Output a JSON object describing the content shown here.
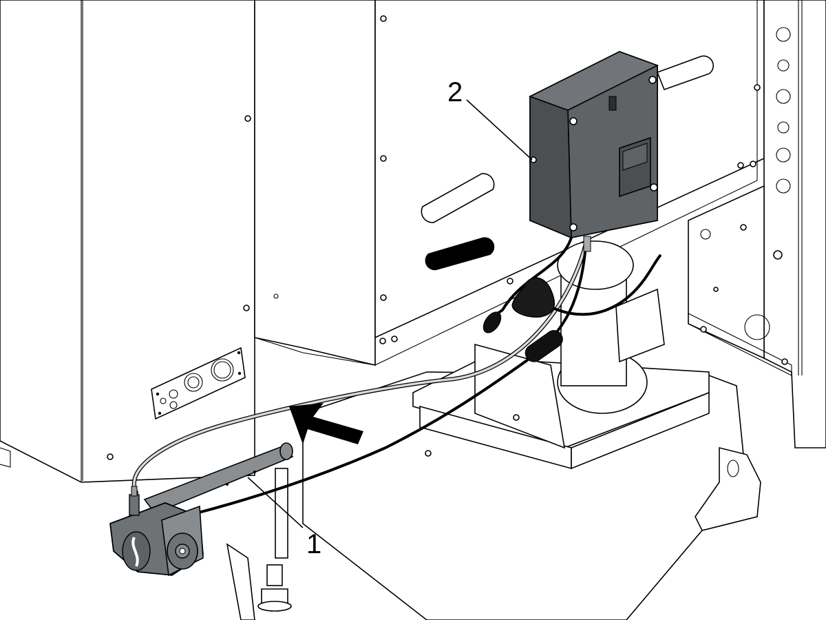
{
  "callouts": [
    {
      "id": "1",
      "label": "1",
      "part": "sensor-rod"
    },
    {
      "id": "2",
      "label": "2",
      "part": "control-box"
    }
  ],
  "colors": {
    "line": "#000000",
    "background": "#ffffff",
    "control_box": "#5f6366",
    "control_box_dark": "#4b4f52",
    "sensor_housing": "#6e7275",
    "rod": "#8a8e91",
    "tube": "#d4dbe0",
    "cable": "#000000",
    "arrow": "#000000"
  },
  "icons": {
    "insert_arrow": "bold-arrow-icon"
  }
}
